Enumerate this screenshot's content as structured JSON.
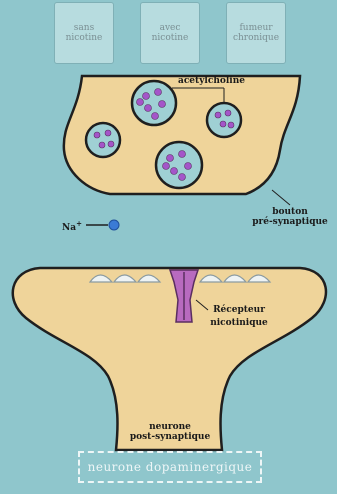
{
  "tabs": [
    {
      "label": "sans nicotine"
    },
    {
      "label": "avec nicotine"
    },
    {
      "label": "fumeur chronique"
    }
  ],
  "labels": {
    "acetylcholine": "acétylcholine",
    "sodium_ion": "Na",
    "sodium_charge": "+",
    "presynaptic_line1": "bouton",
    "presynaptic_line2": "pré-synaptique",
    "receptor_line1": "Récepteur",
    "receptor_line2": "nicotinique",
    "postsynaptic_line1": "neurone",
    "postsynaptic_line2": "post-synaptique"
  },
  "footer": "neurone dopaminergique",
  "colors": {
    "background": "#8fc6cc",
    "cell_fill": "#efd49a",
    "cell_stroke": "#1f1f1f",
    "vesicle_fill": "#9fd0d4",
    "neurotransmitter": "#a455c9",
    "receptor": "#b86abf",
    "sodium_ion": "#3a7bd5"
  }
}
